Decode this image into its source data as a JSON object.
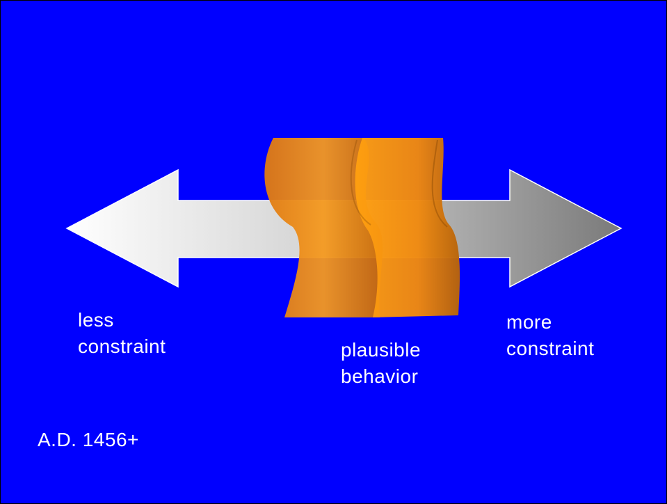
{
  "slide": {
    "background": "#0000ff",
    "arrow_colors": {
      "left": "#ffffff",
      "right": "#808080"
    },
    "band_color": "#ff8c00",
    "labels": {
      "less_line1": "less",
      "less_line2": "constraint",
      "more_line1": "more",
      "more_line2": "constraint",
      "plausible_line1": "plausible",
      "plausible_line2": "behavior",
      "date": "A.D. 1456+"
    }
  }
}
